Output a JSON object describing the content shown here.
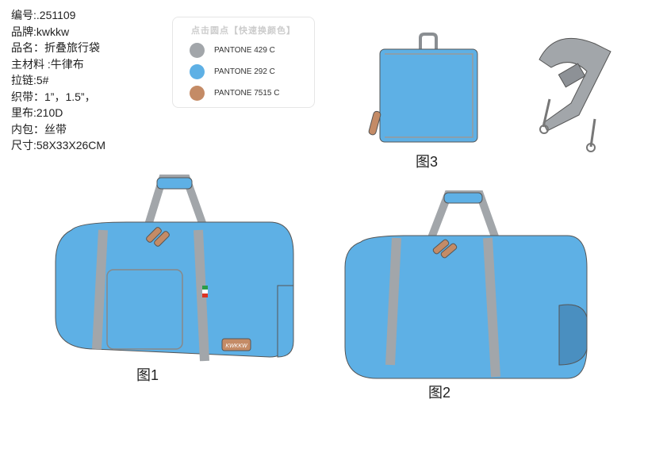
{
  "specs": [
    "编号:.251109",
    "品牌:kwkkw",
    "品名：折叠旅行袋",
    "主材料 :牛律布",
    "拉链:5#",
    "织带：1”，1.5”，",
    "里布:210D",
    "内包：丝带",
    "尺寸:58X33X26CM"
  ],
  "swatch": {
    "title": "点击圆点【快速换颜色】",
    "colors": [
      {
        "label": "PANTONE 429 C",
        "hex": "#a2a6aa"
      },
      {
        "label": "PANTONE 292 C",
        "hex": "#5eb0e5"
      },
      {
        "label": "PANTONE 7515 C",
        "hex": "#c48b66"
      }
    ]
  },
  "captions": {
    "fig1": "图1",
    "fig2": "图2",
    "fig3": "图3"
  },
  "brand_label": "KWKKW"
}
